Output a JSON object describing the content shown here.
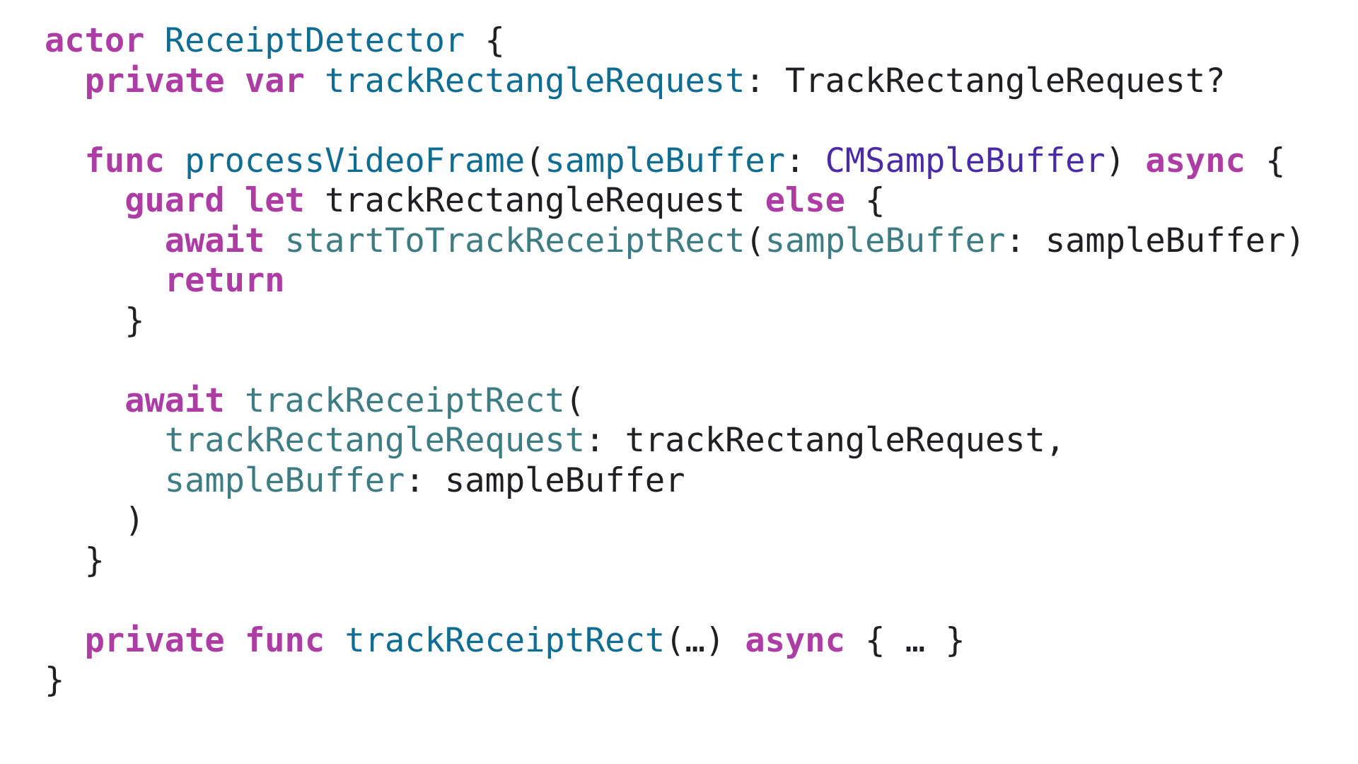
{
  "colors": {
    "background": "#ffffff",
    "keyword": "#ad3da4",
    "declaration": "#0f6c93",
    "call": "#3e7c84",
    "type": "#4b2aa7",
    "plain": "#1f1f24"
  },
  "code": {
    "language": "swift",
    "lines": [
      {
        "indent": 0,
        "tokens": [
          {
            "text": "actor",
            "kind": "kw"
          },
          {
            "text": " ",
            "kind": "plain"
          },
          {
            "text": "ReceiptDetector",
            "kind": "decl"
          },
          {
            "text": " {",
            "kind": "plain"
          }
        ]
      },
      {
        "indent": 1,
        "tokens": [
          {
            "text": "private",
            "kind": "kw"
          },
          {
            "text": " ",
            "kind": "plain"
          },
          {
            "text": "var",
            "kind": "kw"
          },
          {
            "text": " ",
            "kind": "plain"
          },
          {
            "text": "trackRectangleRequest",
            "kind": "decl"
          },
          {
            "text": ": TrackRectangleRequest?",
            "kind": "plain"
          }
        ]
      },
      {
        "indent": 0,
        "tokens": []
      },
      {
        "indent": 1,
        "tokens": [
          {
            "text": "func",
            "kind": "kw"
          },
          {
            "text": " ",
            "kind": "plain"
          },
          {
            "text": "processVideoFrame",
            "kind": "decl"
          },
          {
            "text": "(",
            "kind": "plain"
          },
          {
            "text": "sampleBuffer",
            "kind": "decl"
          },
          {
            "text": ": ",
            "kind": "plain"
          },
          {
            "text": "CMSampleBuffer",
            "kind": "type"
          },
          {
            "text": ") ",
            "kind": "plain"
          },
          {
            "text": "async",
            "kind": "kw"
          },
          {
            "text": " {",
            "kind": "plain"
          }
        ]
      },
      {
        "indent": 2,
        "tokens": [
          {
            "text": "guard",
            "kind": "kw"
          },
          {
            "text": " ",
            "kind": "plain"
          },
          {
            "text": "let",
            "kind": "kw"
          },
          {
            "text": " trackRectangleRequest ",
            "kind": "plain"
          },
          {
            "text": "else",
            "kind": "kw"
          },
          {
            "text": " {",
            "kind": "plain"
          }
        ]
      },
      {
        "indent": 3,
        "tokens": [
          {
            "text": "await",
            "kind": "kw"
          },
          {
            "text": " ",
            "kind": "plain"
          },
          {
            "text": "startToTrackReceiptRect",
            "kind": "call"
          },
          {
            "text": "(",
            "kind": "plain"
          },
          {
            "text": "sampleBuffer",
            "kind": "call"
          },
          {
            "text": ": sampleBuffer)",
            "kind": "plain"
          }
        ]
      },
      {
        "indent": 3,
        "tokens": [
          {
            "text": "return",
            "kind": "kw"
          }
        ]
      },
      {
        "indent": 2,
        "tokens": [
          {
            "text": "}",
            "kind": "plain"
          }
        ]
      },
      {
        "indent": 0,
        "tokens": []
      },
      {
        "indent": 2,
        "tokens": [
          {
            "text": "await",
            "kind": "kw"
          },
          {
            "text": " ",
            "kind": "plain"
          },
          {
            "text": "trackReceiptRect",
            "kind": "call"
          },
          {
            "text": "(",
            "kind": "plain"
          }
        ]
      },
      {
        "indent": 3,
        "tokens": [
          {
            "text": "trackRectangleRequest",
            "kind": "call"
          },
          {
            "text": ": trackRectangleRequest,",
            "kind": "plain"
          }
        ]
      },
      {
        "indent": 3,
        "tokens": [
          {
            "text": "sampleBuffer",
            "kind": "call"
          },
          {
            "text": ": sampleBuffer",
            "kind": "plain"
          }
        ]
      },
      {
        "indent": 2,
        "tokens": [
          {
            "text": ")",
            "kind": "plain"
          }
        ]
      },
      {
        "indent": 1,
        "tokens": [
          {
            "text": "}",
            "kind": "plain"
          }
        ]
      },
      {
        "indent": 0,
        "tokens": []
      },
      {
        "indent": 1,
        "tokens": [
          {
            "text": "private",
            "kind": "kw"
          },
          {
            "text": " ",
            "kind": "plain"
          },
          {
            "text": "func",
            "kind": "kw"
          },
          {
            "text": " ",
            "kind": "plain"
          },
          {
            "text": "trackReceiptRect",
            "kind": "decl"
          },
          {
            "text": "(…) ",
            "kind": "plain"
          },
          {
            "text": "async",
            "kind": "kw"
          },
          {
            "text": " { … }",
            "kind": "plain"
          }
        ]
      },
      {
        "indent": 0,
        "tokens": [
          {
            "text": "}",
            "kind": "plain"
          }
        ]
      }
    ]
  }
}
